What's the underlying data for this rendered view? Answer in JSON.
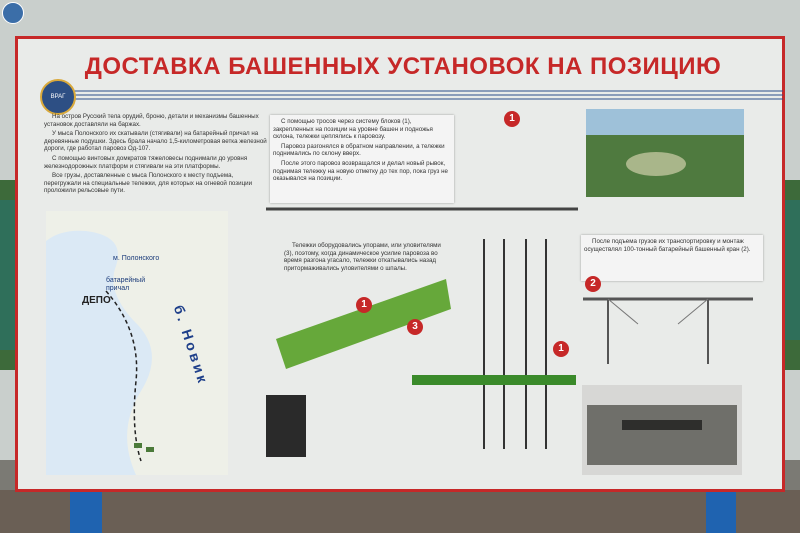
{
  "title": "ДОСТАВКА БАШЕННЫХ УСТАНОВОК НА  ПОЗИЦИЮ",
  "logo_text": "ВРАГ",
  "left_text": [
    "На остров Русский тела орудий, броню, детали и механизмы башенных установок доставляли на баржах.",
    "У мыса Полонского их скатывали (стягивали) на батарейный причал на деревянные подушки. Здесь брала начало 1,5-километровая ветка железной дороги, где работал паровоз Од-107.",
    "С помощью винтовых домкратов тяжеловесы поднимали до уровня железнодорожных платформ и стягивали на эти платформы.",
    "Все грузы, доставленные с мыса Полонского к месту подъема, перегружали на специальные тележки, для которых на огневой позиции проложили рельсовые пути."
  ],
  "top_center_text": [
    "С помощью тросов через систему блоков (1), закрепленных на позиции на уровне башен и подножья склона, тележки цеплялись к паровозу.",
    "Паровоз разгонялся в обратном направлении, а тележки поднимались по склону вверх.",
    "После этого паровоз возвращался и делал новый рывок, поднимая тележку на новую отметку до тех пор, пока груз не оказывался на позиции."
  ],
  "middle_text": "Тележки оборудовались упорами, или уловителями (3), поэтому, когда динамическое усилие паровоза во время разгона угасало, тележки откатывались назад притормаживались уловителями о шпалы.",
  "right_text": "После подъема грузов их транспортировку и монтаж осуществлял 100-тонный батарейный башенный кран (2).",
  "map_labels": {
    "cape": "м. Полонского",
    "pier": "батарейный причал",
    "depot": "ДЕПО",
    "bay": "б. Новик"
  },
  "markers": [
    "1",
    "1",
    "1",
    "2",
    "3"
  ]
}
